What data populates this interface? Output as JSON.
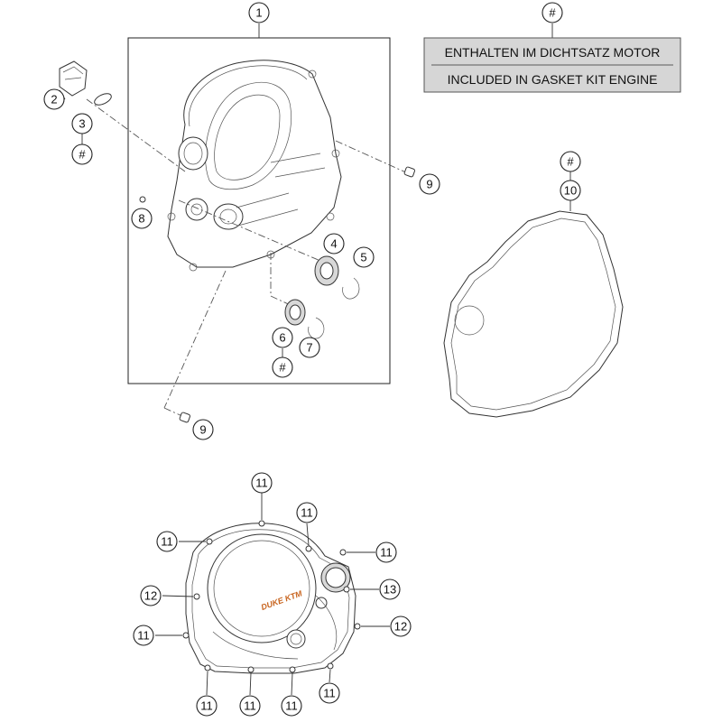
{
  "gasket_note": {
    "symbol": "#",
    "line_de": "ENTHALTEN IM DICHTSATZ MOTOR",
    "line_en": "INCLUDED IN GASKET KIT ENGINE"
  },
  "callouts": {
    "c1": "1",
    "c2": "2",
    "c3": "3",
    "c3_kit": "#",
    "c4": "4",
    "c5": "5",
    "c6": "6",
    "c6_kit": "#",
    "c7": "7",
    "c8": "8",
    "c9a": "9",
    "c9b": "9",
    "c10": "10",
    "c10_kit": "#",
    "b11_top": "11",
    "b11_topright": "11",
    "b11_left": "11",
    "b11_right": "11",
    "b12_left": "12",
    "b13": "13",
    "b12_right": "12",
    "b11_midleft": "11",
    "b11_bot1": "11",
    "b11_bot2": "11",
    "b11_bot3": "11",
    "b11_bot4": "11"
  },
  "cover_logo": "DUKE KTM"
}
